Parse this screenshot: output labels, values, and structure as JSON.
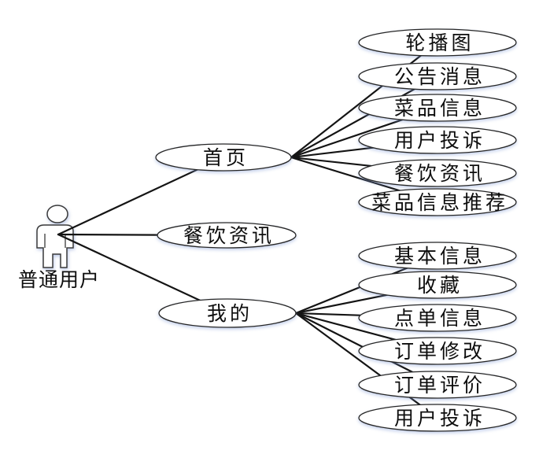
{
  "diagram": {
    "actor": "普通用户",
    "primary": [
      "首页",
      "餐饮资讯",
      "我的"
    ],
    "home_children": [
      "轮播图",
      "公告消息",
      "菜品信息",
      "用户投诉",
      "餐饮资讯",
      "菜品信息推荐"
    ],
    "mine_children": [
      "基本信息",
      "收藏",
      "点单信息",
      "订单修改",
      "订单评价",
      "用户投诉"
    ],
    "colors": {
      "background": "#ffffff",
      "connector_line": "#141414",
      "node_fill": "#ffffff",
      "node_stroke": "#262626",
      "text": "#0d0d0d"
    }
  }
}
